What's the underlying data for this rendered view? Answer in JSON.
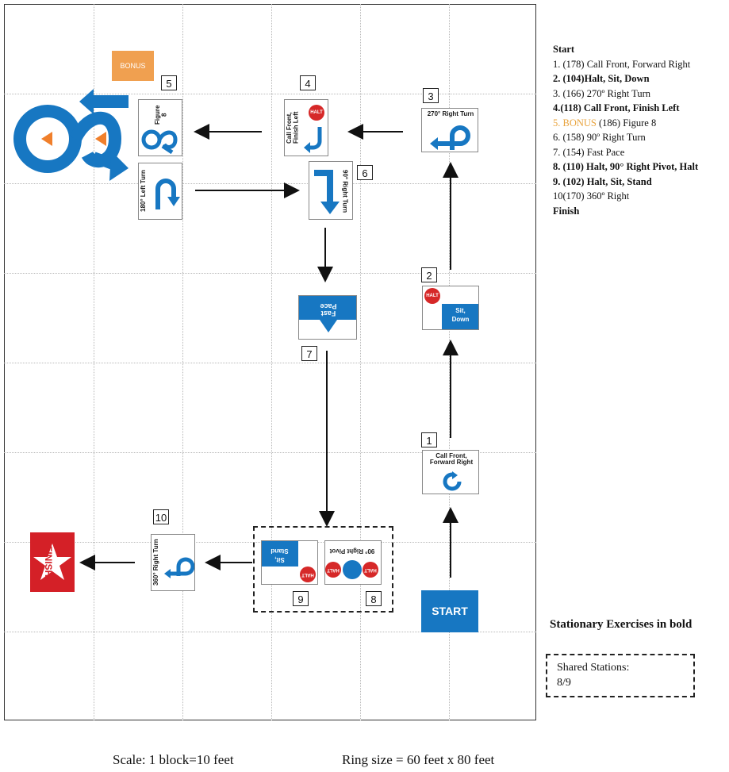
{
  "course": {
    "bonus_sign": "BONUS",
    "start_sign": "START",
    "finish_sign": "FINISH",
    "station_numbers": [
      "1",
      "2",
      "3",
      "4",
      "5",
      "6",
      "7",
      "8",
      "9",
      "10"
    ],
    "signs": {
      "s1": "Call Front, Forward Right",
      "s2_a": "Sit,",
      "s2_b": "Down",
      "s2_halt": "HALT",
      "s3": "270° Right Turn",
      "s4": "Call Front, Finish Left",
      "s4_halt": "HALT",
      "s5": "Figure 8",
      "s6": "90° Right Turn",
      "s7": "Fast Pace",
      "s8": "90° Right Pivot",
      "s8_halt": "HALT",
      "s9_a": "Sit,",
      "s9_b": "Stand",
      "s9_halt": "HALT",
      "s10": "360° Right Turn",
      "s180": "180° Left Turn"
    }
  },
  "legend": {
    "title": "Start",
    "items": [
      {
        "text": "1. (178) Call Front, Forward Right",
        "style": "normal"
      },
      {
        "text": "2. (104)Halt, Sit, Down",
        "style": "bold"
      },
      {
        "text": "3. (166) 270º Right Turn",
        "style": "normal"
      },
      {
        "text": "4.(118) Call Front, Finish Left",
        "style": "bold"
      },
      {
        "text": "(186) Figure 8",
        "prefix": "5. BONUS",
        "style": "bonus"
      },
      {
        "text": "6. (158) 90º Right Turn",
        "style": "normal"
      },
      {
        "text": "7. (154) Fast Pace",
        "style": "normal"
      },
      {
        "text": "8. (110) Halt, 90° Right Pivot, Halt",
        "style": "bold"
      },
      {
        "text": "9. (102) Halt, Sit, Stand",
        "style": "bold"
      },
      {
        "text": "10(170) 360º Right",
        "style": "normal"
      }
    ],
    "end": "Finish"
  },
  "notes": {
    "stationary": "Stationary Exercises in bold",
    "shared_title": "Shared Stations:",
    "shared_value": "8/9",
    "scale": "Scale: 1 block=10 feet",
    "ring_size": "Ring size = 60 feet x 80 feet"
  },
  "colors": {
    "sign_blue": "#1777c2",
    "halt_red": "#d62828",
    "bonus_orange": "#f0a050",
    "finish_red": "#d42027",
    "start_blue": "#1777c2"
  }
}
